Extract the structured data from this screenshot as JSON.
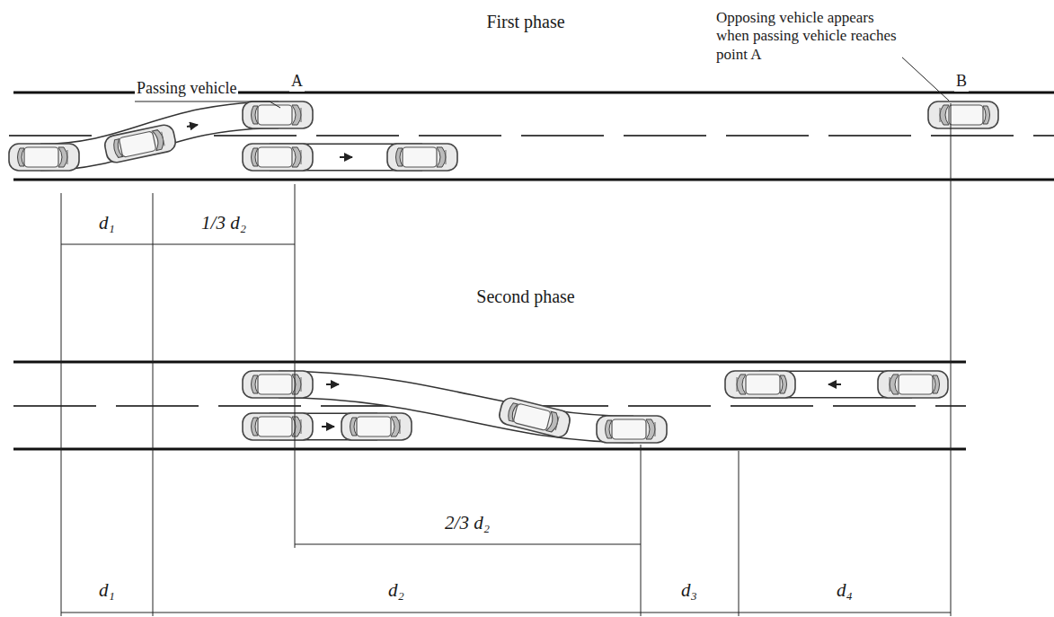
{
  "diagram": {
    "labels": [
      "First phase",
      "Passing vehicle",
      "A",
      "Opposing vehicle appears when passing vehicle reaches point A",
      "B",
      "d₁",
      "1/3 d₂",
      "Second phase",
      "2/3 d₂",
      "d₁",
      "d₂",
      "d₃",
      "d₄"
    ]
  }
}
